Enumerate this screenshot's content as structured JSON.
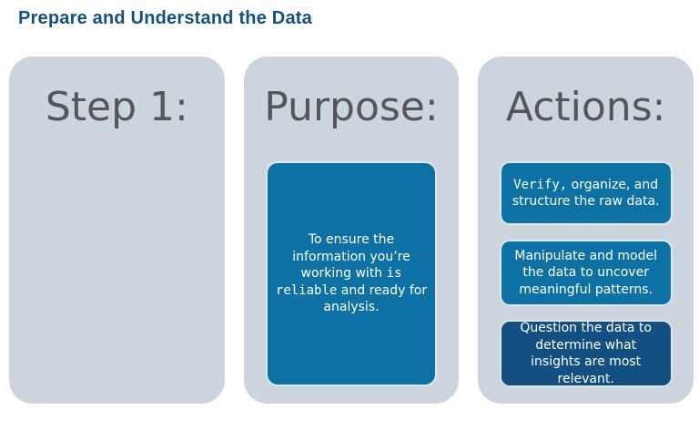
{
  "title": "Prepare and Understand the Data",
  "palette": {
    "title": "#14517f",
    "column_bg": "#ccd4de",
    "heading": "#54565b",
    "box_blue": "#0d71a3",
    "box_navy": "#134f81",
    "box_text": "#ffffff"
  },
  "columns": {
    "step": {
      "heading": "Step 1:"
    },
    "purpose": {
      "heading": "Purpose:",
      "box": {
        "l1": "To ensure the",
        "l2": "information you’re",
        "l3a": "working with ",
        "l3b": "is",
        "l4a": "reliable",
        "l4b": " and ready for",
        "l5": "analysis."
      }
    },
    "actions": {
      "heading": "Actions:",
      "box1": {
        "l1a": "Verify,",
        "l1b": " organize, and",
        "l2": "structure the raw data."
      },
      "box2": {
        "l1": "Manipulate and model",
        "l2": "the data to uncover",
        "l3": "meaningful patterns."
      },
      "box3": {
        "l1": "Question the data to",
        "l2": "determine what",
        "l3": "insights are most",
        "l4": "relevant."
      }
    }
  }
}
